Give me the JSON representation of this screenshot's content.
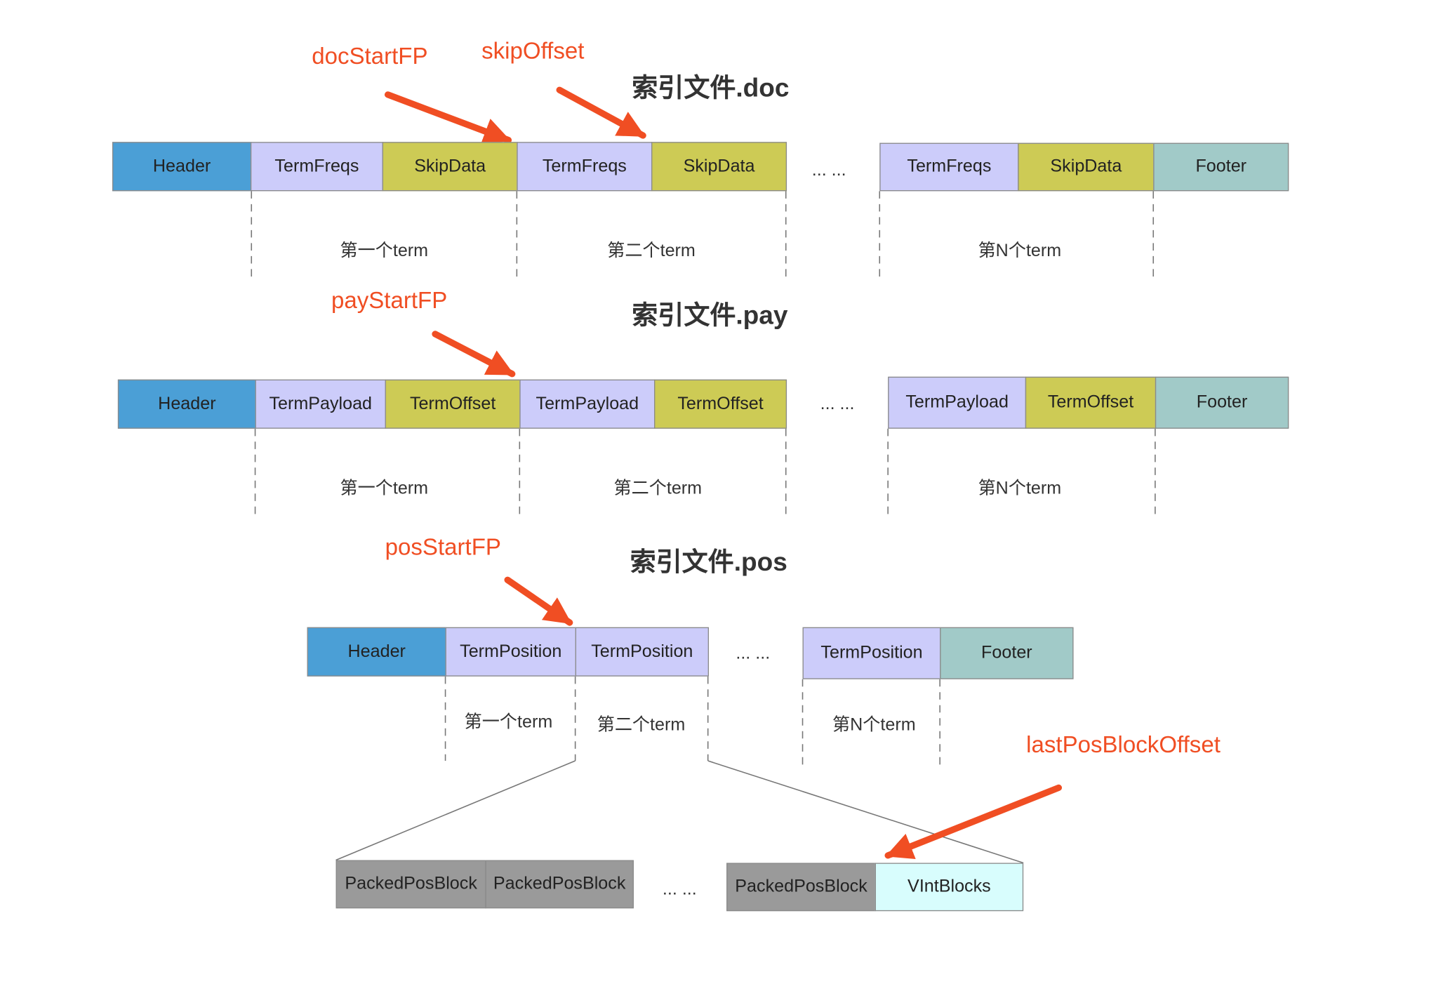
{
  "colors": {
    "header": "#4b9fd6",
    "term_block": "#ccccfa",
    "skip_block": "#cdcb55",
    "footer": "#a1cac8",
    "packed": "#9a9a9a",
    "vint": "#d8fdfd",
    "annotation": "#f04e23"
  },
  "doc": {
    "title": "索引文件.doc",
    "label_docStartFP": "docStartFP",
    "label_skipOffset": "skipOffset",
    "header": "Header",
    "termfreqs": "TermFreqs",
    "skipdata": "SkipData",
    "footer": "Footer",
    "dots": "... ...",
    "term1": "第一个term",
    "term2": "第二个term",
    "termN": "第N个term"
  },
  "pay": {
    "title": "索引文件.pay",
    "label_payStartFP": "payStartFP",
    "header": "Header",
    "termpayload": "TermPayload",
    "termoffset": "TermOffset",
    "footer": "Footer",
    "dots": "... ...",
    "term1": "第一个term",
    "term2": "第二个term",
    "termN": "第N个term"
  },
  "pos": {
    "title": "索引文件.pos",
    "label_posStartFP": "posStartFP",
    "label_lastPosBlockOffset": "lastPosBlockOffset",
    "header": "Header",
    "termposition": "TermPosition",
    "footer": "Footer",
    "dots": "... ...",
    "term1": "第一个term",
    "term2": "第二个term",
    "termN": "第N个term",
    "packedposblock": "PackedPosBlock",
    "vintblocks": "VIntBlocks",
    "detail_dots": "... ..."
  }
}
